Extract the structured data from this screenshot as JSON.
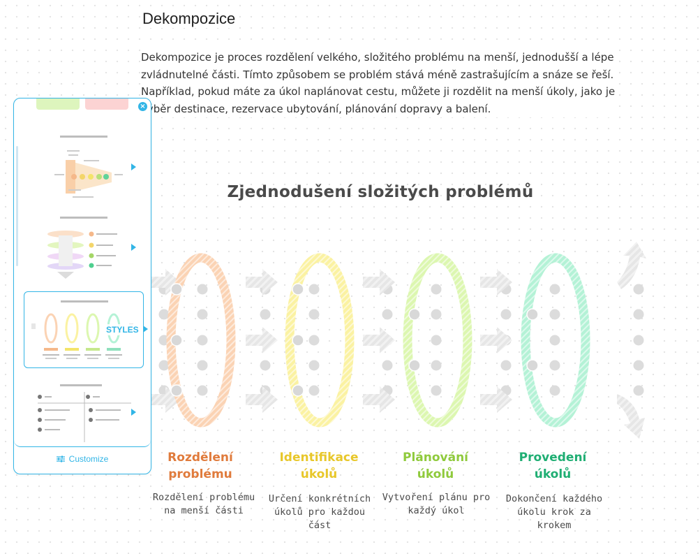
{
  "document": {
    "heading": "Dekompozice",
    "paragraph": "Dekompozice je proces rozdělení velkého, složitého problému na menší, jednodušší a lépe zvládnutelné části.  Tímto způsobem se problém stává méně zastrašujícím a snáze se řeší. Například, pokud máte za úkol naplánovat cestu, můžete ji rozdělit na menší úkoly, jako je výběr destinace, rezervace ubytování, plánování dopravy a balení."
  },
  "infographic": {
    "title": "Zjednodušení složitých problémů",
    "steps": [
      {
        "title_line1": "Rozdělení",
        "title_line2": "problému",
        "desc": "Rozdělení problému na menší části",
        "color": "#e07b3c",
        "ring": "#fbd3b4"
      },
      {
        "title_line1": "Identifikace",
        "title_line2": "úkolů",
        "desc": "Určení konkrétních úkolů pro každou část",
        "color": "#e8c72a",
        "ring": "#fbf2a2"
      },
      {
        "title_line1": "Plánování",
        "title_line2": "úkolů",
        "desc": "Vytvoření plánu pro každý úkol",
        "color": "#8fca3c",
        "ring": "#dcf7b0"
      },
      {
        "title_line1": "Provedení",
        "title_line2": "úkolů",
        "desc": "Dokončení každého úkolu krok za krokem",
        "color": "#1fae73",
        "ring": "#b4f2d6"
      }
    ]
  },
  "sidebar": {
    "styles_label": "STYLES",
    "customize_label": "Customize",
    "close_icon": "close-icon",
    "accent": "#32b5e6"
  }
}
